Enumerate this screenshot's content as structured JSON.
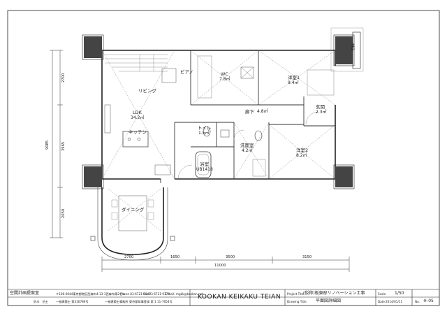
{
  "rooms": {
    "wc": {
      "name": "WC",
      "area": "7.8㎡"
    },
    "youshitsu1": {
      "name": "洋室1",
      "area": "9.4㎡"
    },
    "living": {
      "name": "リビング"
    },
    "piano": {
      "name": "ピアノ"
    },
    "ldk": {
      "name": "LDK",
      "area": "34.2㎡"
    },
    "kitchen": {
      "name": "キッチン"
    },
    "toilet": {
      "name": "トイレ",
      "area": "1.5㎡"
    },
    "rouka": {
      "name": "廊下",
      "area": "4.8㎡"
    },
    "genkan": {
      "name": "玄関",
      "area": "2.3㎡"
    },
    "senmen": {
      "name": "洗面室",
      "area": "4.2㎡"
    },
    "yokushitsu": {
      "name": "浴室",
      "unit": "UB1418"
    },
    "youshitsu2": {
      "name": "洋室2",
      "area": "8.2㎡"
    },
    "dining": {
      "name": "ダイニング"
    },
    "mb": {
      "name": "MB"
    }
  },
  "dimensions": {
    "horizontal": [
      "2700",
      "1650",
      "3500",
      "3150"
    ],
    "total": "11000",
    "left_vertical": [
      "2700",
      "3965",
      "2050"
    ],
    "left_total": "9085"
  },
  "title_block": {
    "office": "空間計画提案室",
    "address": "〒106-0044東京都港区西麻布4-13-3西麻布第2ビル",
    "phone": "Phone 03-6721-9147",
    "fax": "Fax 03-6721-9178",
    "email": "E-mail: mgkk@kookan.net",
    "license1": "鈴木　岳士",
    "license2": "一級建築士 第316789号",
    "license3": "一級建築士事務所 東京都知事登録 第 1 11-7654号",
    "logo": "KOOKAN KEIKAKU TEIAN",
    "project_caption": "Project Title",
    "project": "(仮称)板東邸リノベーション工事",
    "drawing_caption": "Drawing Title",
    "drawing": "平面図詳細図",
    "scale_caption": "Scale",
    "scale": "1/50",
    "date_caption": "Date",
    "date": "2014/01/11",
    "no_caption": "No.",
    "drawing_no": "※-05"
  }
}
